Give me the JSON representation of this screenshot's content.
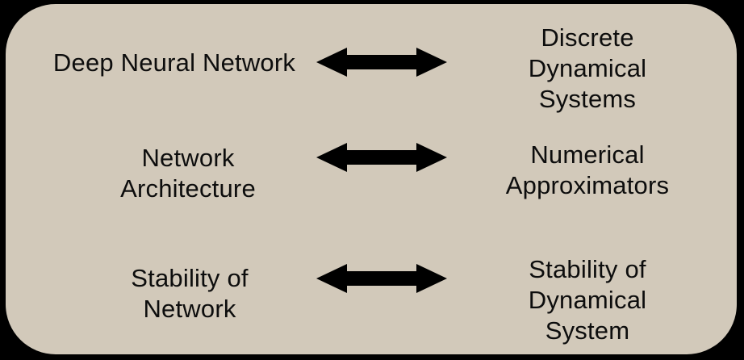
{
  "diagram": {
    "description_rows": [
      {
        "left": "Deep Neural Network",
        "right": "Discrete Dynamical\nSystems",
        "connector": "double-headed-arrow"
      },
      {
        "left": "Network\nArchitecture",
        "right": "Numerical\nApproximators",
        "connector": "double-headed-arrow"
      },
      {
        "left": "Stability of\nNetwork",
        "right": "Stability of\nDynamical\nSystem",
        "connector": "double-headed-arrow"
      }
    ]
  },
  "icons": {
    "connector": "double-headed-horizontal-arrow"
  },
  "colors": {
    "background": "#000000",
    "panel": "#d2c9ba",
    "text": "#0d0d0d",
    "arrow": "#000000"
  }
}
